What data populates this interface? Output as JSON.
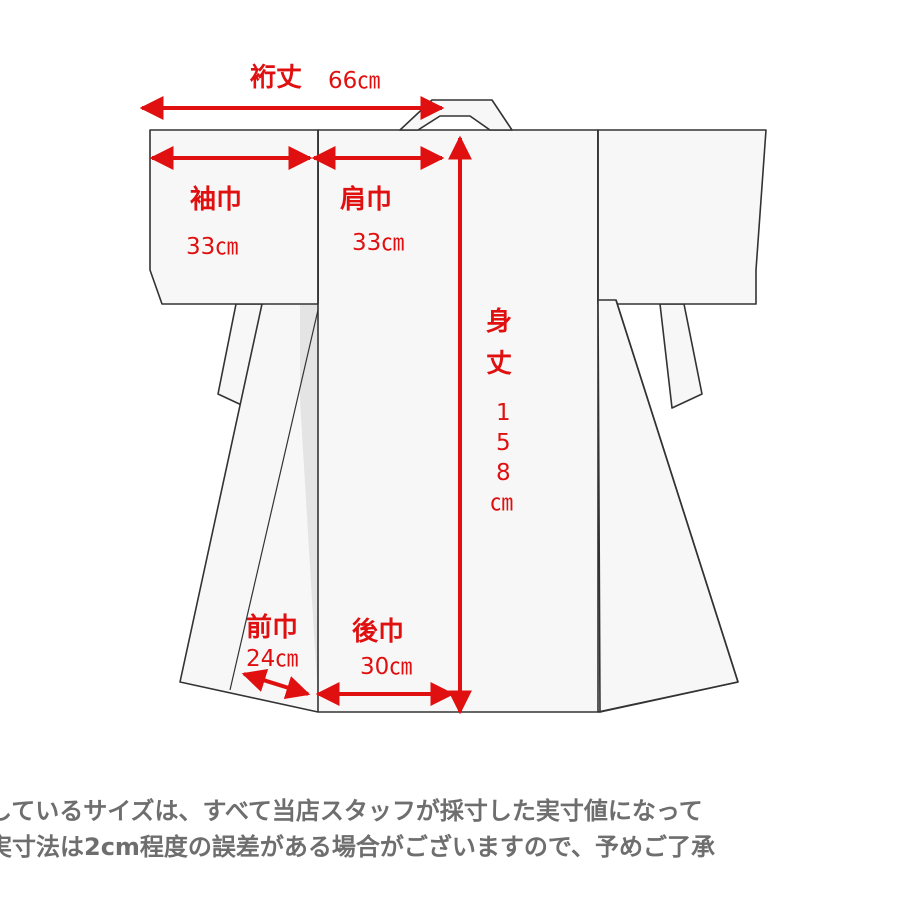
{
  "labels": {
    "yuki_name": "裄丈",
    "yuki_value": "66㎝",
    "sode_name": "袖巾",
    "sode_value": "33㎝",
    "kata_name": "肩巾",
    "kata_value": "33㎝",
    "mitake_name_1": "身",
    "mitake_name_2": "丈",
    "mitake_digit_1": "1",
    "mitake_digit_2": "5",
    "mitake_digit_3": "8",
    "mitake_unit": "㎝",
    "mae_name": "前巾",
    "mae_value": "24㎝",
    "ushiro_name": "後巾",
    "ushiro_value": "30㎝"
  },
  "notes": {
    "line1": "しているサイズは、すべて当店スタッフが採寸した実寸値になって",
    "line2": "実寸法は2cm程度の誤差がある場合がございますので、予めご了承"
  },
  "colors": {
    "annotation": "#e01010",
    "outline": "#333333",
    "fill": "#f7f7f7",
    "shadow": "#e6e6e6",
    "note_text": "#6e6e6e"
  }
}
